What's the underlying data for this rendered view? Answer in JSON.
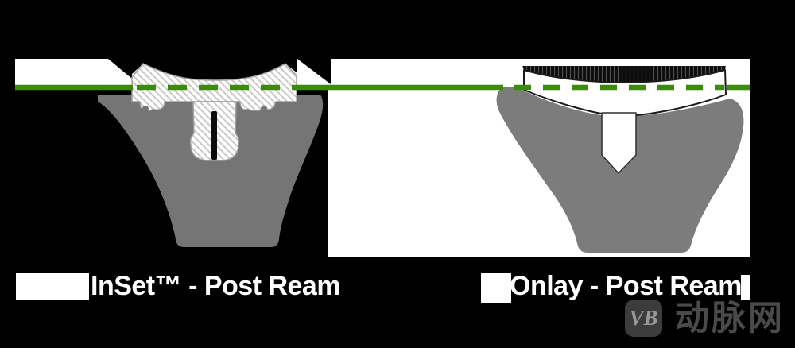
{
  "figure": {
    "left": {
      "label": "InSet™ - Post Ream"
    },
    "right": {
      "label": "Onlay - Post Ream"
    }
  },
  "watermark": {
    "badge": "VB",
    "brand": "动脉网"
  },
  "colors": {
    "background": "#000000",
    "backdrop_white": "#ffffff",
    "green_line": "#3c8b10",
    "bone_left": "#757575",
    "bone_right": "#7c7c7c",
    "implant_fill": "#ffffff",
    "implant_outline": "#a0a0a0",
    "hatch_line": "#c9c9c9",
    "slot_dark": "#0b0b0b",
    "bowl_dark": "#0c0c0c",
    "bowl_stripe": "#4f4f4f",
    "cap_outline": "#1c1c1c",
    "wedge_outline": "#2e2e2e",
    "label_text": "#ffffff",
    "watermark_badge_bg": "#3c3c3c",
    "watermark_badge_text": "#989898",
    "watermark_brand_text": "#4a4a4a"
  }
}
